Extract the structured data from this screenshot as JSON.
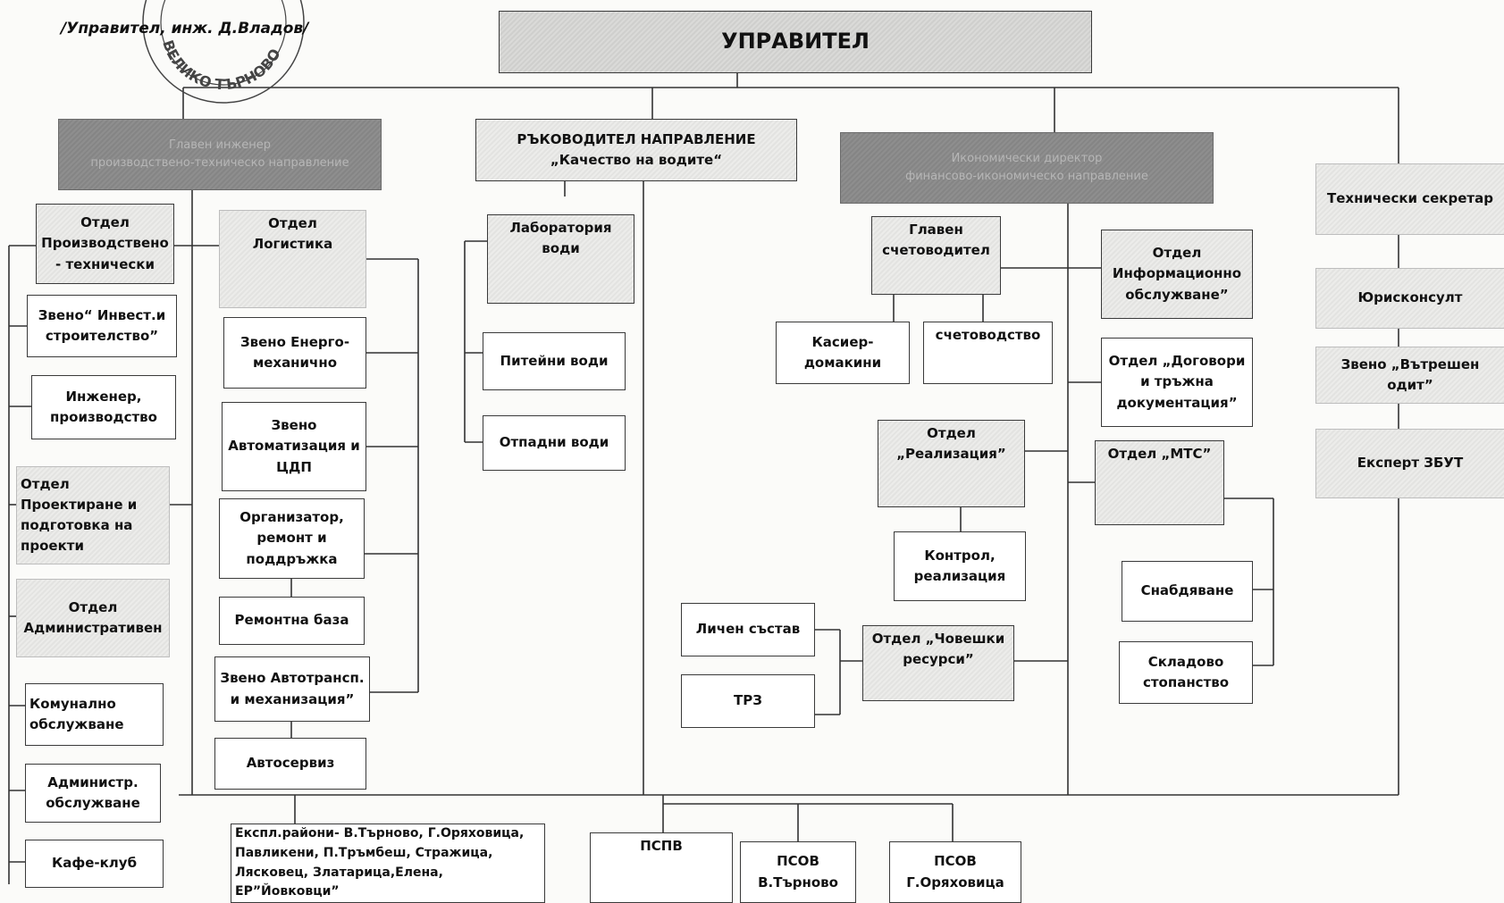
{
  "approver": "/Управител, инж. Д.Владов/",
  "stamp": {
    "text": "ВЕЛИКО ТЪРНОВО"
  },
  "top": {
    "title": "УПРАВИТЕЛ"
  },
  "branches": {
    "chief_engineer": {
      "title": "Главен инженер",
      "subtitle": "производствено-техническо направление"
    },
    "quality": {
      "title": "РЪКОВОДИТЕЛ НАПРАВЛЕНИЕ\n„Качество на водите“"
    },
    "finance": {
      "title": "Икономически директор",
      "subtitle": "финансово-икономическо направление"
    }
  },
  "left_col1": [
    "Отдел\nПроизводствено\n- технически",
    "Звено“ Инвест.и\nстроителство”",
    "Инженер,\nпроизводство",
    "Отдел\nПроектиране и\nподготовка на\nпроекти",
    "Отдел\nАдминистративен",
    "Комунално\nобслужване",
    "Администр.\nобслужване",
    "Кафе-клуб"
  ],
  "left_col2": [
    "Отдел\nЛогистика",
    "Звено Енерго-\nмеханично",
    "Звено\nАвтоматизация и\nЦДП",
    "Организатор,\nремонт и\nподдръжка",
    "Ремонтна база",
    "Звено Автотрансп.\nи механизация”",
    "Автосервиз"
  ],
  "quality_items": [
    "Лаборатория\nводи",
    "Питейни води",
    "Отпадни води"
  ],
  "finance_left": {
    "chief_accountant": "Главен\nсчетоводител",
    "cashier": "Касиер-\nдомакини",
    "accounting": "счетоводство",
    "sales": "Отдел\n„Реализация”",
    "sales_control": "Контрол,\nреализация",
    "hr": "Отдел „Човешки\nресурси”",
    "staff": "Личен състав",
    "payroll": "ТРЗ"
  },
  "finance_right": {
    "it": "Отдел\nИнформационно\nобслужване”",
    "contracts": "Отдел „Договори\nи тръжна\nдокументация”",
    "mts": "Отдел „МТС”",
    "supply": "Снабдяване",
    "warehouse": "Складово\nстопанство"
  },
  "right_staff": [
    "Технически секретар",
    "Юрисконсулт",
    "Звено „Вътрешен одит”",
    "Експерт ЗБУТ"
  ],
  "bottom": {
    "regions": "Експл.райони- В.Търново, Г.Оряховица,\nПавликени, П.Тръмбеш, Стражица,\nЛясковец, Златарица,Елена, ЕР”Йовковци”",
    "pspv": "ПСПВ",
    "psov1": "ПСОВ\nВ.Търново",
    "psov2": "ПСОВ\nГ.Оряховица"
  }
}
